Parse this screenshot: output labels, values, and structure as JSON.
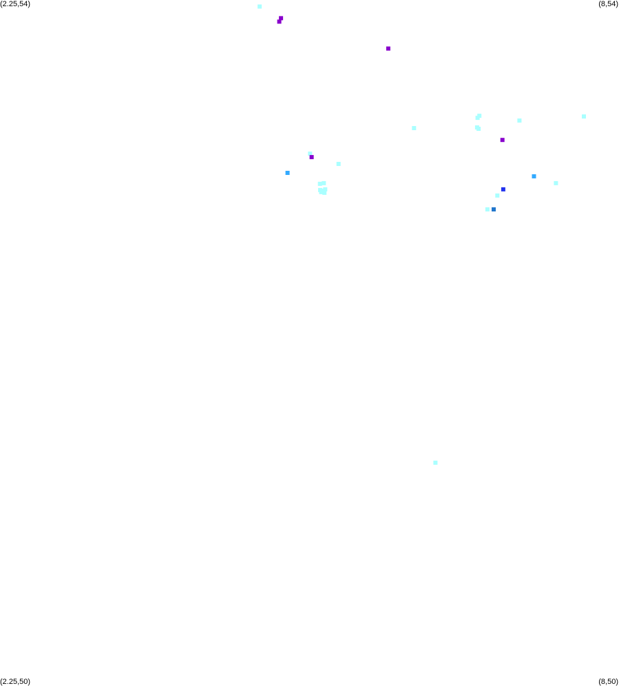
{
  "corner_labels": {
    "top_left": "(2.25,54)",
    "top_right": "(8,54)",
    "bottom_left": "(2.25,50)",
    "bottom_right": "(8,50)"
  },
  "chart_data": {
    "type": "scatter",
    "x_range": [
      2.25,
      8
    ],
    "y_range": [
      50,
      54
    ],
    "marker": "square",
    "background": "#ffffff",
    "points": [
      {
        "x": 4.662,
        "y": 53.962,
        "color": "#aaffff"
      },
      {
        "x": 4.86,
        "y": 53.894,
        "color": "#8800cc"
      },
      {
        "x": 4.844,
        "y": 53.874,
        "color": "#8800cc"
      },
      {
        "x": 5.857,
        "y": 53.717,
        "color": "#8800cc"
      },
      {
        "x": 7.674,
        "y": 53.321,
        "color": "#aaffff"
      },
      {
        "x": 5.13,
        "y": 53.104,
        "color": "#aaffff"
      },
      {
        "x": 6.703,
        "y": 53.325,
        "color": "#aaffff"
      },
      {
        "x": 6.686,
        "y": 53.313,
        "color": "#aaffff"
      },
      {
        "x": 7.075,
        "y": 53.297,
        "color": "#aaffff"
      },
      {
        "x": 6.682,
        "y": 53.257,
        "color": "#aaffff"
      },
      {
        "x": 6.696,
        "y": 53.249,
        "color": "#aaffff"
      },
      {
        "x": 6.096,
        "y": 53.253,
        "color": "#aaffff"
      },
      {
        "x": 5.395,
        "y": 53.044,
        "color": "#aaffff"
      },
      {
        "x": 6.917,
        "y": 53.184,
        "color": "#8800cc"
      },
      {
        "x": 5.145,
        "y": 53.084,
        "color": "#8800cc"
      },
      {
        "x": 4.921,
        "y": 52.992,
        "color": "#33aaff"
      },
      {
        "x": 5.258,
        "y": 52.932,
        "color": "#aaffff"
      },
      {
        "x": 5.222,
        "y": 52.928,
        "color": "#aaffff"
      },
      {
        "x": 7.21,
        "y": 52.972,
        "color": "#33aaff"
      },
      {
        "x": 7.414,
        "y": 52.932,
        "color": "#aaffff"
      },
      {
        "x": 5.254,
        "y": 52.888,
        "color": "#aaffff"
      },
      {
        "x": 5.264,
        "y": 52.876,
        "color": "#aaffff"
      },
      {
        "x": 5.271,
        "y": 52.896,
        "color": "#aaffff"
      },
      {
        "x": 5.224,
        "y": 52.892,
        "color": "#aaffff"
      },
      {
        "x": 5.234,
        "y": 52.88,
        "color": "#aaffff"
      },
      {
        "x": 6.925,
        "y": 52.896,
        "color": "#2233ee"
      },
      {
        "x": 6.87,
        "y": 52.86,
        "color": "#aaffff"
      },
      {
        "x": 6.836,
        "y": 52.779,
        "color": "#2277cc"
      },
      {
        "x": 6.778,
        "y": 52.779,
        "color": "#aaffff"
      },
      {
        "x": 6.295,
        "y": 51.302,
        "color": "#aaffff"
      }
    ]
  }
}
